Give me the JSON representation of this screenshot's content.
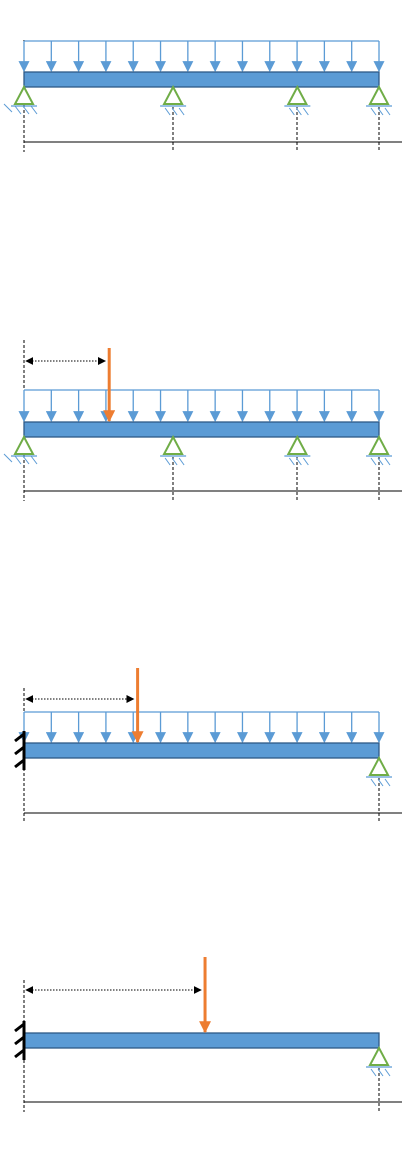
{
  "colors": {
    "beam_fill": "#5B9BD5",
    "beam_stroke": "#2E5A87",
    "distributed_load": "#5B9BD5",
    "point_load": "#ED7D31",
    "pin_support": "#70AD47",
    "ground_hatch": "#5B9BD5",
    "fixed_support": "#000000",
    "dimension": "#000000"
  },
  "icons": {
    "pin": "pin-support-icon",
    "roller": "roller-support-icon",
    "fixed": "fixed-support-icon",
    "udl_arrow": "down-arrow-icon",
    "point_load": "point-load-arrow-icon"
  },
  "diagrams": [
    {
      "name": "continuous-beam-udl",
      "left_support": "pin",
      "supports_at": [
        0,
        0.42,
        0.77,
        1.0
      ],
      "distributed_load": true,
      "point_load_at": null
    },
    {
      "name": "continuous-beam-udl-point-load",
      "left_support": "pin",
      "supports_at": [
        0,
        0.42,
        0.77,
        1.0
      ],
      "distributed_load": true,
      "point_load_at": 0.24
    },
    {
      "name": "propped-cantilever-udl-point-load",
      "left_support": "fixed",
      "supports_at": [
        1.0
      ],
      "distributed_load": true,
      "point_load_at": 0.32
    },
    {
      "name": "propped-cantilever-point-load",
      "left_support": "fixed",
      "supports_at": [
        1.0
      ],
      "distributed_load": false,
      "point_load_at": 0.51
    }
  ]
}
